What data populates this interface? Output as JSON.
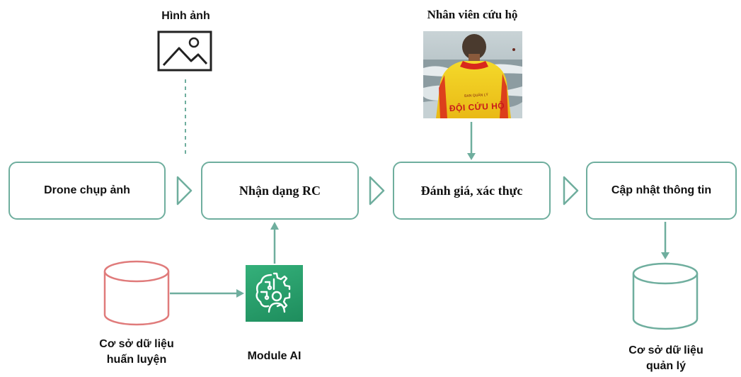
{
  "image_label": "Hình ảnh",
  "rescuer_label": "Nhân viên cứu hộ",
  "steps": [
    {
      "label": "Drone chụp ảnh"
    },
    {
      "label": "Nhận dạng RC"
    },
    {
      "label": "Đánh giá, xác thực"
    },
    {
      "label": "Cập nhật thông tin"
    }
  ],
  "training_db": {
    "line1": "Cơ sở dữ liệu",
    "line2": "huấn luyện"
  },
  "ai_module_label": "Module AI",
  "management_db": {
    "line1": "Cơ sở dữ liệu",
    "line2": "quản lý"
  },
  "photo_text": {
    "main": "ĐỘI CỨU HỘ",
    "small": "BAN QUẢN LÝ"
  },
  "colors": {
    "teal_stroke": "#6fae9e",
    "training_db_stroke": "#e07b7b",
    "management_db_stroke": "#6fae9e",
    "ai_icon_fill": "#2a9d6c",
    "jacket_yellow": "#f2d21b",
    "jacket_red": "#d9281c"
  },
  "icons": [
    "image-icon",
    "chevron-right-icon",
    "database-icon",
    "ai-brain-icon",
    "rescuer-photo"
  ]
}
